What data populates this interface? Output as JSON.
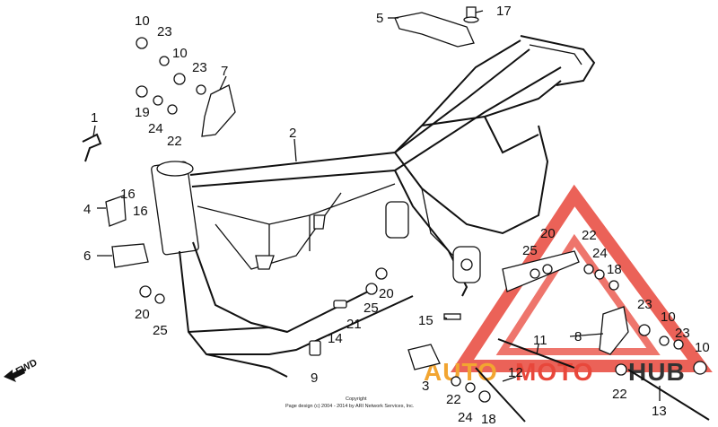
{
  "diagram": {
    "fwd_label": "FWD",
    "copyright_line1": "Copyright",
    "copyright_line2": "Page design (c) 2004 - 2014 by ARI Network Services, Inc.",
    "watermark": {
      "word_auto": "AUTO",
      "word_moto": "MOTO",
      "word_hub": "HUB",
      "color_red": "#e8473b",
      "color_orange": "#f2a531",
      "color_dark": "#333333"
    },
    "labels": {
      "l1": "1",
      "l2": "2",
      "l3": "3",
      "l4": "4",
      "l5": "5",
      "l6": "6",
      "l7": "7",
      "l8": "8",
      "l9": "9",
      "l10a": "10",
      "l10b": "10",
      "l10c": "10",
      "l10d": "10",
      "l11": "11",
      "l12": "12",
      "l13": "13",
      "l14": "14",
      "l15": "15",
      "l16a": "16",
      "l16b": "16",
      "l17": "17",
      "l18a": "18",
      "l18b": "18",
      "l19": "19",
      "l20a": "20",
      "l20b": "20",
      "l20c": "20",
      "l21": "21",
      "l22a": "22",
      "l22b": "22",
      "l22c": "22",
      "l22d": "22",
      "l23a": "23",
      "l23b": "23",
      "l23c": "23",
      "l23d": "23",
      "l24a": "24",
      "l24b": "24",
      "l24c": "24",
      "l25a": "25",
      "l25b": "25",
      "l25c": "25"
    }
  }
}
